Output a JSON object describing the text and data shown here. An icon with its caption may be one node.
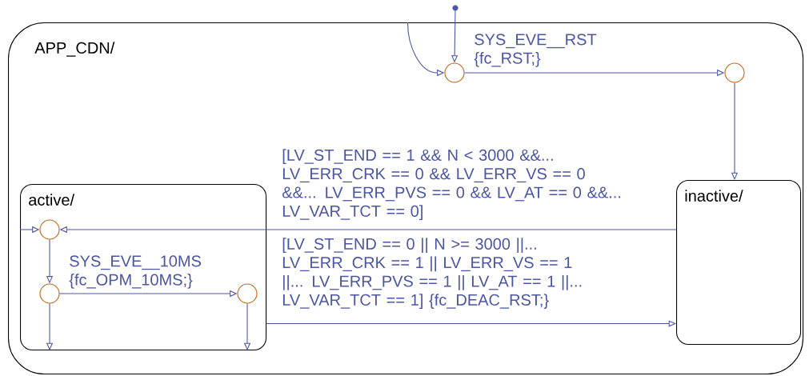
{
  "diagram": {
    "nodes": [
      {
        "text": [
          "APP_CDN/"
        ]
      },
      {
        "text": [],
        "shape": "circle",
        "in": 0
      },
      {
        "text": [],
        "shape": "circle",
        "in": 0
      },
      {
        "text": [
          "active/"
        ],
        "in": 0
      },
      {
        "text": [],
        "shape": "circle",
        "in": 3
      },
      {
        "text": [],
        "shape": "circle",
        "in": 3
      },
      {
        "text": [],
        "shape": "circle",
        "in": 3
      },
      {
        "text": [
          "inactive/"
        ],
        "in": 0
      },
      {
        "text": [],
        "shape": "dot"
      }
    ],
    "edges": [
      {
        "from": 8,
        "to": 1,
        "arrow": "to"
      },
      {
        "from": 0,
        "to": 1,
        "arrow": "to"
      },
      {
        "from": 1,
        "to": 2,
        "arrow": "to",
        "label": "SYS_EVE__RST {fc_RST;}"
      },
      {
        "from": 2,
        "to": 7,
        "arrow": "to"
      },
      {
        "from": 7,
        "to": 4,
        "arrow": "to",
        "label": "[LV_ST_END == 1 && N < 3000 &&... LV_ERR_CRK == 0 && LV_ERR_VS == 0 &&... LV_ERR_PVS == 0 && LV_AT == 0 &&... LV_VAR_TCT == 0]"
      },
      {
        "from": 3,
        "to": 4,
        "arrow": "to"
      },
      {
        "from": 4,
        "to": 5,
        "arrow": "to"
      },
      {
        "from": 5,
        "to": 6,
        "arrow": "to",
        "label": "SYS_EVE__10MS {fc_OPM_10MS;}"
      },
      {
        "from": 5,
        "to": 3,
        "arrow": "to"
      },
      {
        "from": 6,
        "to": 3,
        "arrow": "to"
      },
      {
        "from": 3,
        "to": 7,
        "arrow": "to",
        "label": "[LV_ST_END == 0 || N >= 3000 ||... LV_ERR_CRK == 1 || LV_ERR_VS == 1 ||... LV_ERR_PVS == 1 || LV_AT == 1 ||... LV_VAR_TCT == 1] {fc_DEAC_RST;}"
      }
    ]
  }
}
